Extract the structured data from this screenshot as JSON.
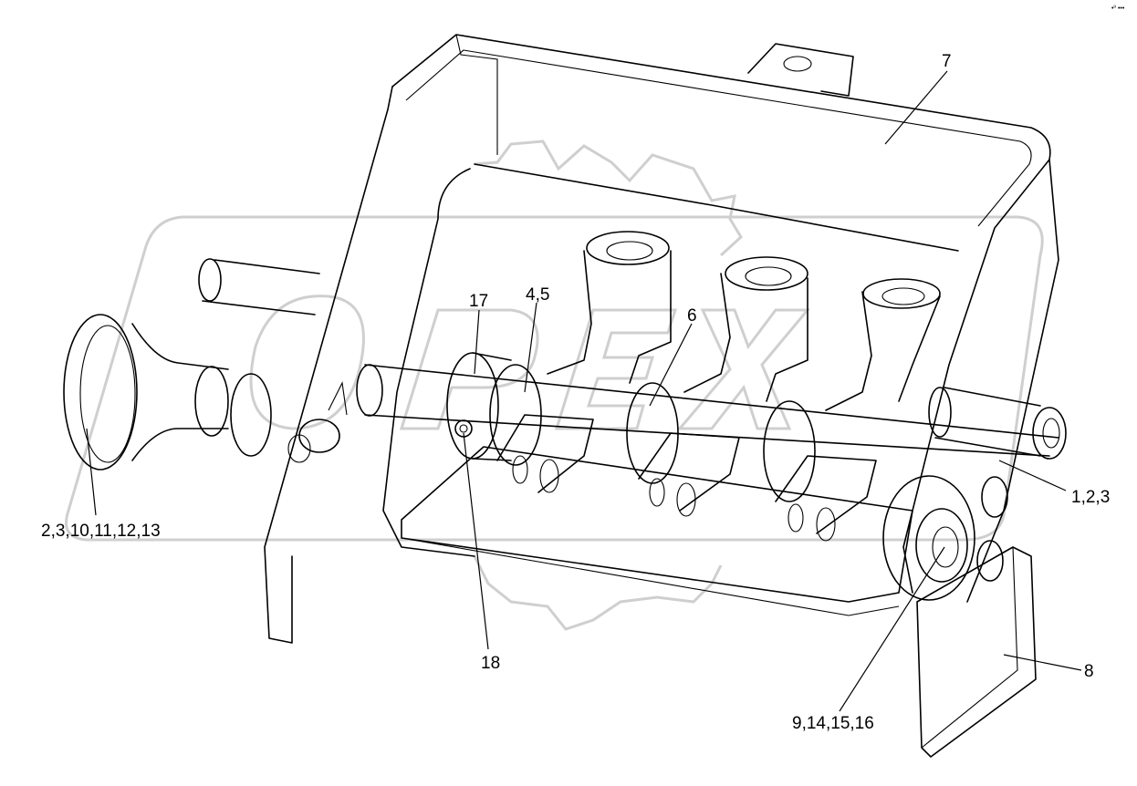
{
  "corner_mark": "•º •••",
  "watermark_text": "OPEX",
  "callouts": [
    {
      "id": "c7",
      "text": "7"
    },
    {
      "id": "c17",
      "text": "17"
    },
    {
      "id": "c45",
      "text": "4,5"
    },
    {
      "id": "c6",
      "text": "6"
    },
    {
      "id": "c123",
      "text": "1,2,3"
    },
    {
      "id": "c2",
      "text": "2,3,10,11,12,13"
    },
    {
      "id": "c18",
      "text": "18"
    },
    {
      "id": "c8",
      "text": "8"
    },
    {
      "id": "c9",
      "text": "9,14,15,16"
    }
  ]
}
